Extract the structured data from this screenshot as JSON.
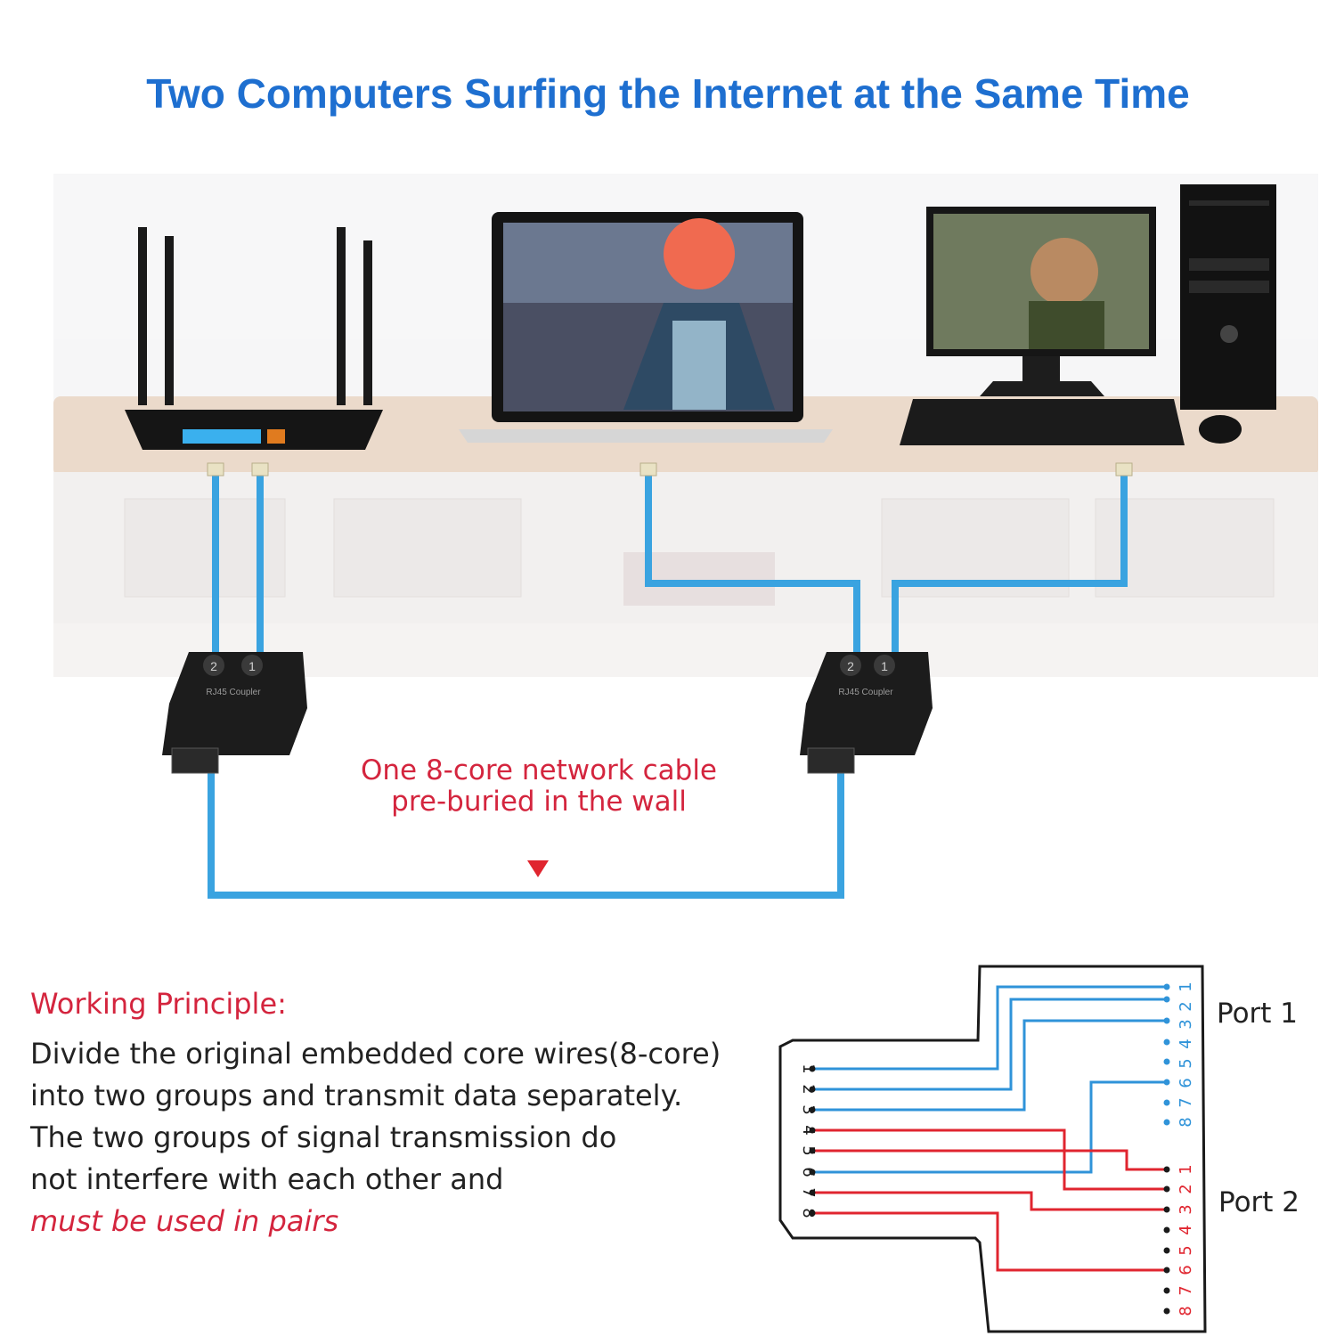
{
  "title": "Two Computers Surfing the Internet at the Same Time",
  "scene": {
    "devices": [
      "router-icon",
      "laptop-icon",
      "monitor-icon",
      "pc-tower-icon",
      "keyboard-icon",
      "mouse-icon"
    ],
    "splitter_port_1": "1",
    "splitter_port_2": "2",
    "splitter_label": "RJ45 Coupler"
  },
  "cable_caption": {
    "line1": "One 8-core network cable",
    "line2": "pre-buried in the wall"
  },
  "principle": {
    "heading": "Working  Principle:",
    "lines": [
      "Divide the original embedded core wires(8-core)",
      "into two groups and transmit data separately.",
      "The two groups of signal transmission do",
      "not interfere with each other and"
    ],
    "emphasis": "must be used in pairs"
  },
  "wiring": {
    "port1_label": "Port 1",
    "port2_label": "Port 2",
    "input_pins": [
      "1",
      "2",
      "3",
      "4",
      "5",
      "6",
      "7",
      "8"
    ],
    "port1_pins": [
      "1",
      "2",
      "3",
      "4",
      "5",
      "6",
      "7",
      "8"
    ],
    "port2_pins": [
      "1",
      "2",
      "3",
      "4",
      "5",
      "6",
      "7",
      "8"
    ],
    "colors": {
      "blue": "#2f93d9",
      "red": "#e0252f",
      "cable": "#3aa3e0"
    }
  }
}
